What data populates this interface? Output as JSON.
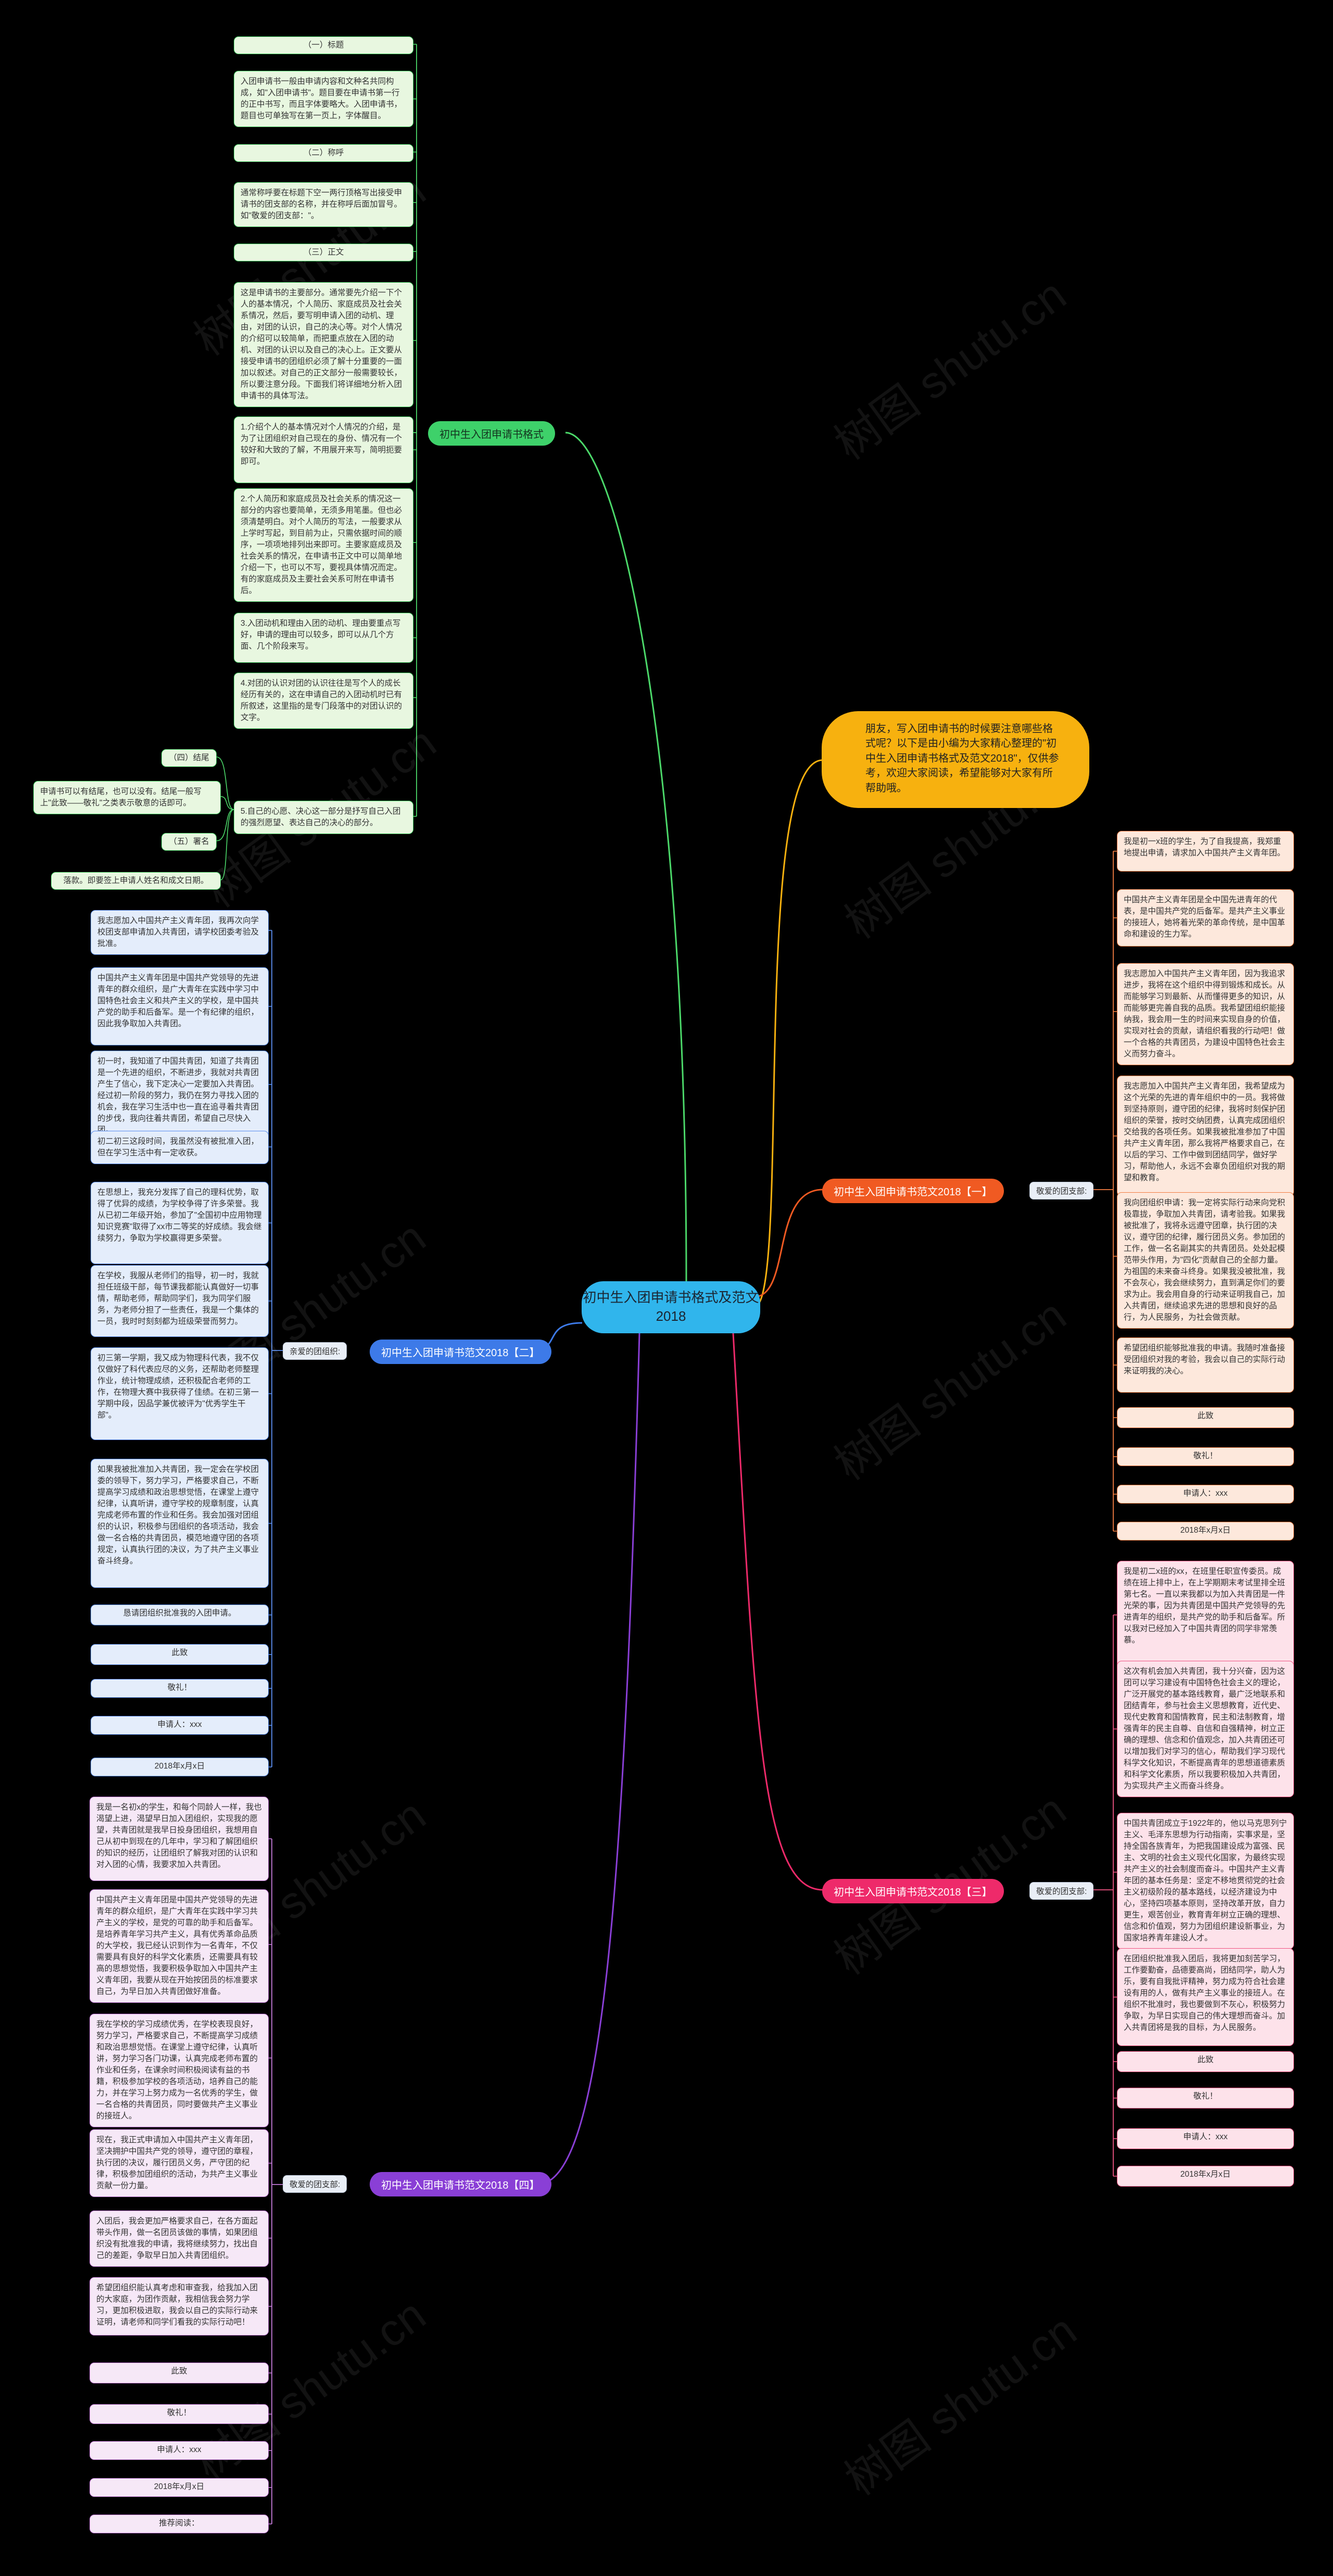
{
  "center": "初中生入团申请书格式及范文2018",
  "intro": "朋友，写入团申请书的时候要注意哪些格式呢？以下是由小编为大家精心整理的\"初中生入团申请书格式及范文2018\"，仅供参考，欢迎大家阅读，希望能够对大家有所帮助哦。",
  "watermark": "树图 shutu.cn",
  "branch_format": {
    "label": "初中生入团申请书格式",
    "items": [
      "（一）标题",
      "入团申请书一般由申请内容和文种名共同构成，如\"入团申请书\"。题目要在申请书第一行的正中书写，而且字体要略大。入团申请书，题目也可单独写在第一页上，字体醒目。",
      "（二）称呼",
      "通常称呼要在标题下空一两行顶格写出接受申请书的团支部的名称，并在称呼后面加冒号。如\"敬爱的团支部：\"。",
      "（三）正文",
      "这是申请书的主要部分。通常要先介绍一下个人的基本情况，个人简历、家庭成员及社会关系情况，然后，要写明申请入团的动机、理由，对团的认识，自己的决心等。对个人情况的介绍可以较简单，而把重点放在入团的动机、对团的认识以及自己的决心上。正文要从接受申请书的团组织必须了解十分重要的一面加以叙述。对自己的正文部分一般需要较长，所以要注意分段。下面我们将详细地分析入团申请书的具体写法。",
      "1.介绍个人的基本情况对个人情况的介绍，是为了让团组织对自己现在的身份、情况有一个较好和大致的了解，不用展开来写，简明扼要即可。",
      "2.个人简历和家庭成员及社会关系的情况这一部分的内容也要简单，无须多用笔墨。但也必须清楚明白。对个人简历的写法，一般要求从上学时写起，到目前为止，只需依据时间的顺序，一项项地排列出来即可。主要家庭成员及社会关系的情况，在申请书正文中可以简单地介绍一下，也可以不写，要视具体情况而定。有的家庭成员及主要社会关系可附在申请书后。",
      "3.入团动机和理由入团的动机、理由要重点写好，申请的理由可以较多，即可以从几个方面、几个阶段来写。",
      "4.对团的认识对团的认识往往是写个人的成长经历有关的，这在申请自己的入团动机时已有所叙述，这里指的是专门段落中的对团认识的文字。",
      "5.自己的心愿、决心这一部分是抒写自己入团的强烈愿望、表达自己的决心的部分。",
      "（四）结尾",
      "申请书可以有结尾，也可以没有。结尾一般写上\"此致——敬礼\"之类表示敬意的话即可。",
      "（五）署名",
      "落款。即要签上申请人姓名和成文日期。"
    ]
  },
  "branch_1": {
    "label": "初中生入团申请书范文2018【一】",
    "salutation": "敬爱的团支部:",
    "items": [
      "我是初一x班的学生，为了自我提高，我郑重地提出申请，请求加入中国共产主义青年团。",
      "中国共产主义青年团是全中国先进青年的代表，是中国共产党的后备军。是共产主义事业的接班人，她将着光荣的革命传统，是中国革命和建设的生力军。",
      "我志愿加入中国共产主义青年团，因为我追求进步，我将在这个组织中得到锻炼和成长。从而能够学习到最新、从而懂得更多的知识，从而能够更完善自我的品质。我希望团组织能接纳我，我会用一生的时间来实现自身的价值，实现对社会的贡献，请组织看我的行动吧！做一个合格的共青团员，为建设中国特色社会主义而努力奋斗。",
      "我志愿加入中国共产主义青年团，我希望成为这个光荣的先进的青年组织中的一员。我将做到坚持原则，遵守团的纪律，我将时刻保护团组织的荣誉，按时交纳团费，认真完成团组织交给我的各项任务。如果我被批准参加了中国共产主义青年团，那么我将严格要求自己，在以后的学习、工作中做到团结同学，做好学习，帮助他人，永远不会辜负团组织对我的期望和教育。",
      "我向团组织申请：我一定将实际行动来向党积极靠拢，争取加入共青团，请考验我。如果我被批准了，我将永远遵守团章，执行团的决议，遵守团的纪律，履行团员义务。参加团的工作，做一名名副其实的共青团员。处处起模范带头作用，为\"四化\"贡献自己的全部力量。为祖国的未来奋斗终身。如果我没被批准，我不会灰心，我会继续努力，直到满足你们的要求为止。我会用自身的行动来证明我自己，加入共青团，继续追求先进的思想和良好的品行，为人民服务，为社会做贡献。",
      "希望团组织能够批准我的申请。我随时准备接受团组织对我的考验，我会以自己的实际行动来证明我的决心。",
      "此致",
      "敬礼！",
      "申请人：xxx",
      "2018年x月x日"
    ]
  },
  "branch_2": {
    "label": "初中生入团申请书范文2018【二】",
    "salutation": "亲爱的团组织:",
    "items": [
      "我志愿加入中国共产主义青年团，我再次向学校团支部申请加入共青团，请学校团委考验及批准。",
      "中国共产主义青年团是中国共产党领导的先进青年的群众组织，是广大青年在实践中学习中国特色社会主义和共产主义的学校，是中国共产党的助手和后备军。是一个有纪律的组织，因此我争取加入共青团。",
      "初一时，我知道了中国共青团，知道了共青团是一个先进的组织，不断进步，我就对共青团产生了信心，我下定决心一定要加入共青团。经过初一阶段的努力，我仍在努力寻找入团的机会，我在学习生活中也一直在追寻着共青团的步伐，我向往着共青团，希望自己尽快入团。",
      "初二初三这段时间，我虽然没有被批准入团，但在学习生活中有一定收获。",
      "在思想上，我充分发挥了自己的理科优势，取得了优异的成绩，为学校争得了许多荣誉。我从已初二年级开始，参加了\"全国初中应用物理知识竞赛\"取得了xx市二等奖的好成绩。我会继续努力，争取为学校赢得更多荣誉。",
      "在学校，我服从老师们的指导，初一时，我就担任班级干部，每节课我都能认真做好一切事情，帮助老师，帮助同学们，我为同学们服务，为老师分担了一些责任，我是一个集体的一员，我时时刻刻都为班级荣誉而努力。",
      "初三第一学期，我又成为物理科代表，我不仅仅做好了科代表应尽的义务，还帮助老师整理作业，统计物理成绩，还积极配合老师的工作，在物理大赛中我获得了佳绩。在初三第一学期中段，因品学兼优被评为\"优秀学生干部\"。",
      "如果我被批准加入共青团，我一定会在学校团委的领导下，努力学习，严格要求自己，不断提高学习成绩和政治思想觉悟，在课堂上遵守纪律，认真听讲，遵守学校的规章制度，认真完成老师布置的作业和任务。我会加强对团组织的认识，积极参与团组织的各项活动，我会做一名合格的共青团员，模范地遵守团的各项规定，认真执行团的决议，为了共产主义事业奋斗终身。",
      "恳请团组织批准我的入团申请。",
      "此致",
      "敬礼！",
      "申请人：xxx",
      "2018年x月x日"
    ]
  },
  "branch_3": {
    "label": "初中生入团申请书范文2018【三】",
    "salutation": "敬爱的团支部:",
    "items": [
      "我是初二x班的xx，在班里任职宣传委员。成绩在班上排中上，在上学期期末考试里排全班第七名。一直以来我都以为加入共青团是一件光荣的事，因为共青团是中国共产党领导的先进青年的组织，是共产党的助手和后备军。所以我对已经加入了中国共青团的同学非常羡慕。",
      "这次有机会加入共青团，我十分兴奋，因为这团可以学习建设有中国特色社会主义的理论，广泛开展党的基本路线教育，最广泛地联系和团结青年，参与社会主义思想教育，近代史、现代史教育和国情教育，民主和法制教育，增强青年的民主自尊、自信和自强精神，树立正确的理想、信念和价值观念，加入共青团还可以增加我们对学习的信心，帮助我们学习现代科学文化知识，不断提高青年的思想道德素质和科学文化素质，所以我要积极加入共青团，为实现共产主义而奋斗终身。",
      "中国共青团成立于1922年的，他以马克思列宁主义、毛泽东思想为行动指南，实事求是，坚持全国各族青年，为把我国建设成为富强、民主、文明的社会主义现代化国家，为最终实现共产主义的社会制度而奋斗。中国共产主义青年团的基本任务是：坚定不移地贯彻党的社会主义初级阶段的基本路线，以经济建设为中心，坚持四项基本原则，坚持改革开放，自力更生，艰苦创业，教育青年树立正确的理想、信念和价值观，努力为团组织建设新事业，为国家培养青年建设人才。",
      "在团组织批准我入团后，我将更加刻苦学习，工作要勤奋，品德要高尚，团结同学，助人为乐，要有自我批评精神，努力成为符合社会建设有用的人，做有共产主义事业的接班人。在组织不批准时，我也要做到不灰心，积极努力争取，为早日实现自己的伟大理想而奋斗。加入共青团将是我的目标，为人民服务。",
      "此致",
      "敬礼！",
      "申请人：xxx",
      "2018年x月x日"
    ]
  },
  "branch_4": {
    "label": "初中生入团申请书范文2018【四】",
    "salutation": "敬爱的团支部:",
    "items": [
      "我是一名初x的学生，和每个同龄人一样，我也渴望上进，渴望早日加入团组织，实现我的愿望，共青团就是我早日投身团组织，我想用自己从初中到现在的几年中，学习和了解团组织的知识的经历，让团组织了解我对团的认识和对入团的心情，我要求加入共青团。",
      "中国共产主义青年团是中国共产党领导的先进青年的群众组织，是广大青年在实践中学习共产主义的学校，是党的可靠的助手和后备军。是培养青年学习共产主义，具有优秀革命品质的大学校，我已经认识到作为一名青年，不仅需要具有良好的科学文化素质，还需要具有较高的思想觉悟，我要积极争取加入中国共产主义青年团，我要从现在开始按团员的标准要求自己，为早日加入共青团做好准备。",
      "我在学校的学习成绩优秀，在学校表现良好，努力学习，严格要求自己，不断提高学习成绩和政治思想觉悟。在课堂上遵守纪律，认真听讲，努力学习各门功课，认真完成老师布置的作业和任务，在课余时间积极阅读有益的书籍，积极参加学校的各项活动，培养自己的能力，并在学习上努力成为一名优秀的学生，做一名合格的共青团员，同时要做共产主义事业的接班人。",
      "现在，我正式申请加入中国共产主义青年团，坚决拥护中国共产党的领导，遵守团的章程，执行团的决议，履行团员义务，严守团的纪律，积极参加团组织的活动，为共产主义事业贡献一份力量。",
      "入团后，我会更加严格要求自己，在各方面起带头作用，做一名团员该做的事情，如果团组织没有批准我的申请，我将继续努力，找出自己的差距，争取早日加入共青团组织。",
      "希望团组织能认真考虑和审查我，给我加入团的大家庭，为团作贡献，我相信我会努力学习，更加积极进取，我会以自己的实际行动来证明，请老师和同学们看我的实际行动吧！",
      "此致",
      "敬礼！",
      "申请人：xxx",
      "2018年x月x日",
      "推荐阅读："
    ]
  }
}
